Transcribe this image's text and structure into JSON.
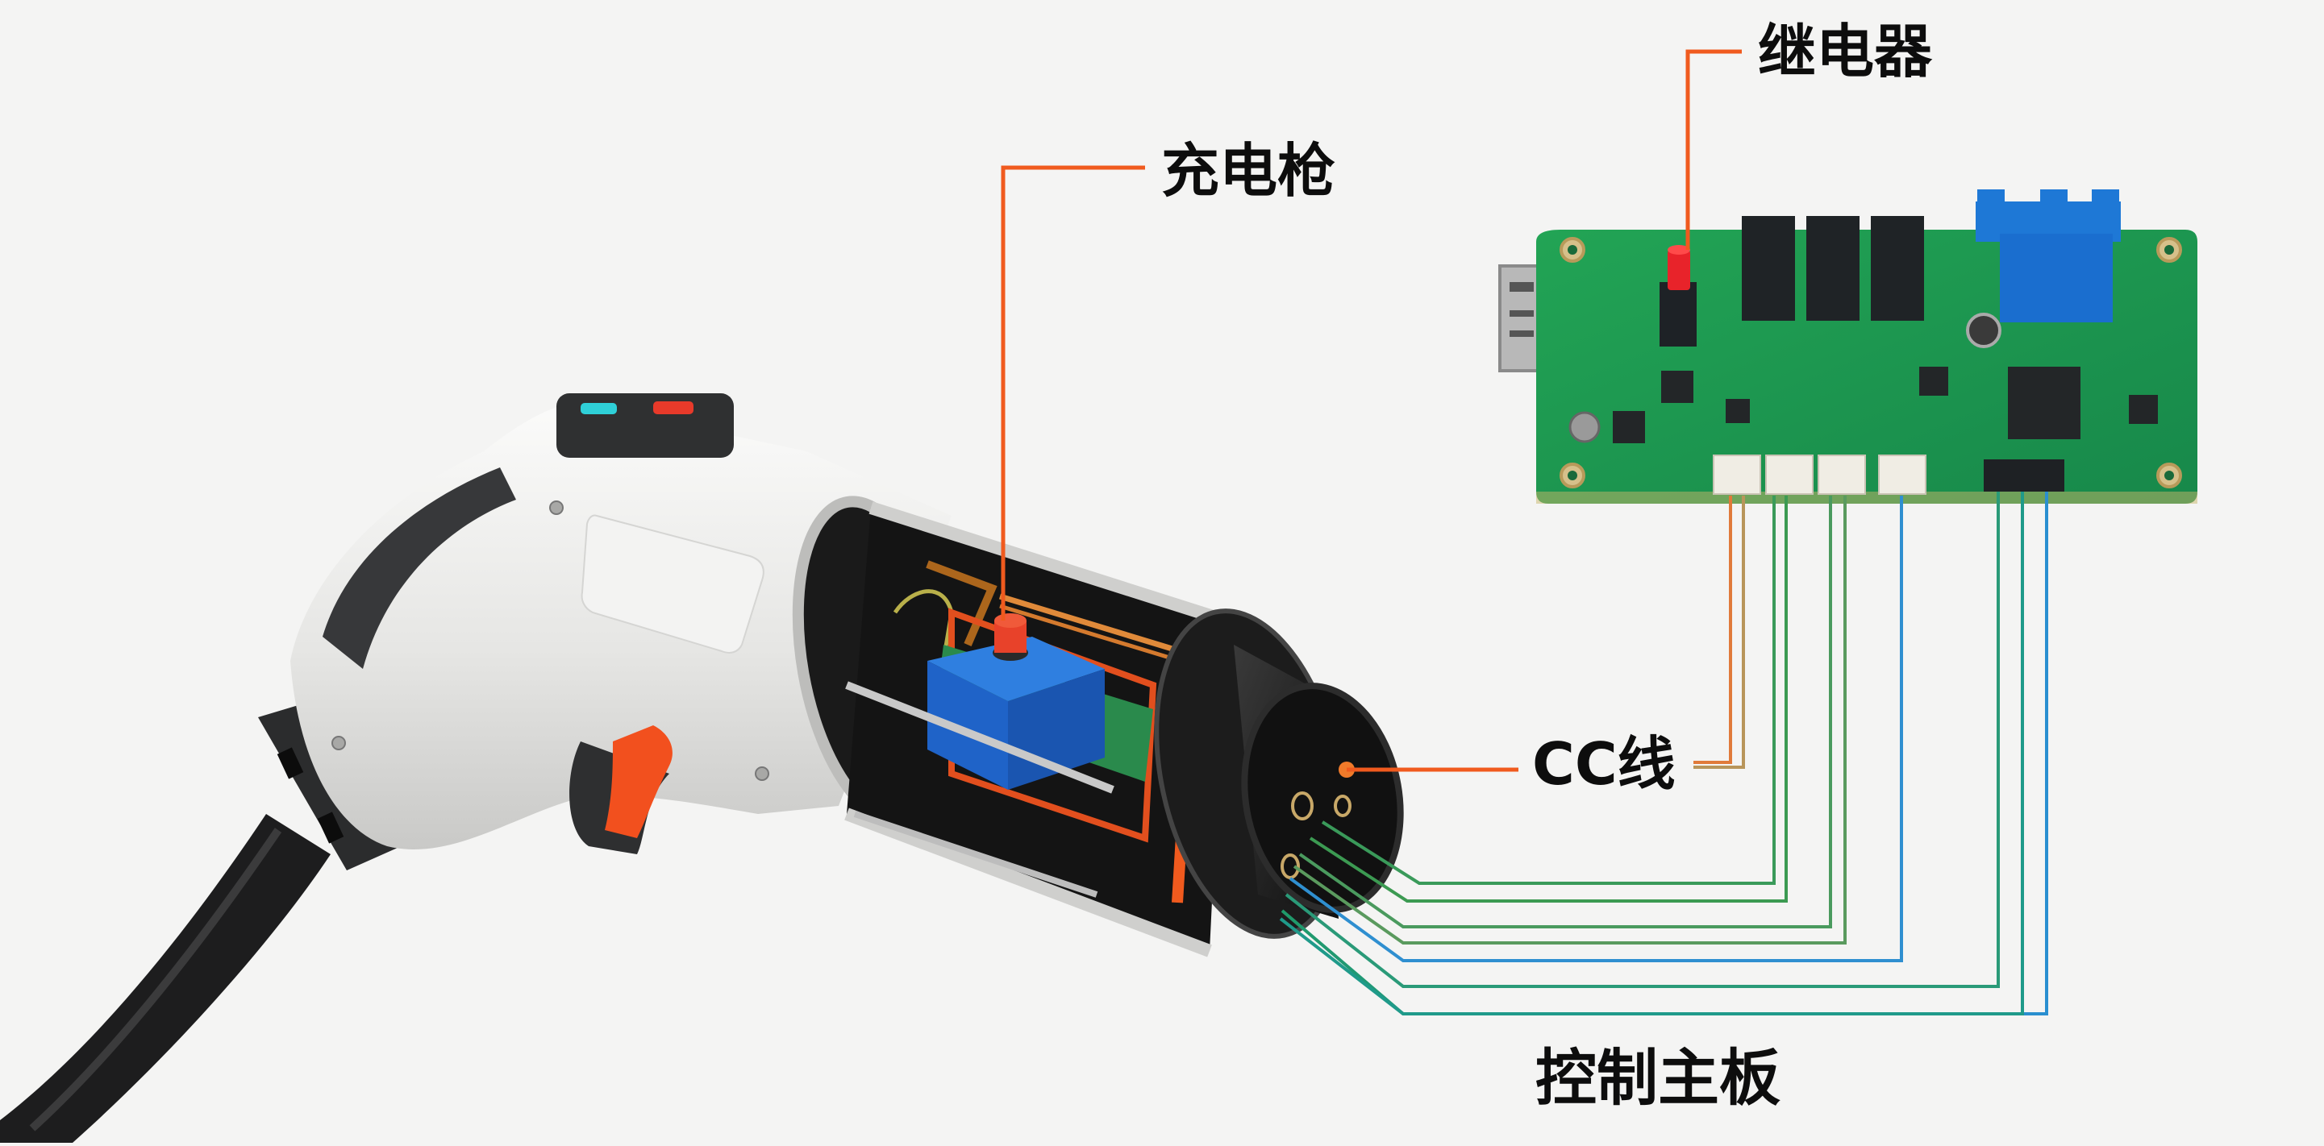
{
  "diagram": {
    "subject": "EV charging gun cutaway connected to control board",
    "labels": {
      "charging_gun": "充电枪",
      "relay": "继电器",
      "cc_line": "CC线",
      "control_board": "控制主板"
    },
    "components": [
      {
        "id": "charging_gun",
        "label_ref": "labels.charging_gun",
        "points_to": "blue relay block with red cap inside gun cutaway"
      },
      {
        "id": "relay",
        "label_ref": "labels.relay",
        "points_to": "red button component on control board"
      },
      {
        "id": "cc_line",
        "label_ref": "labels.cc_line",
        "points_to": "top-right pin of connector face; orange wires to board connector"
      },
      {
        "id": "control_board",
        "label_ref": "labels.control_board",
        "points_to": "green PCB with relays, terminal block, connectors"
      }
    ],
    "wires": {
      "count": 8,
      "cc_pair_colors": [
        "#e07a3a",
        "#b8955a"
      ],
      "signal_colors": [
        "#3a9a5a",
        "#3c9a52",
        "#4a9a5e",
        "#2f8fd0",
        "#2a9a78",
        "#1f9a8a"
      ]
    },
    "colors": {
      "leader_line": "#f05a1e",
      "pcb_green": "#1f9a4e",
      "terminal_blue": "#1e78d6",
      "gun_body": "#e8e8e6",
      "gun_grip": "#3a3b3c",
      "trigger": "#f2501e",
      "background": "#f4f4f3",
      "label_text": "#0d0d0d"
    }
  }
}
